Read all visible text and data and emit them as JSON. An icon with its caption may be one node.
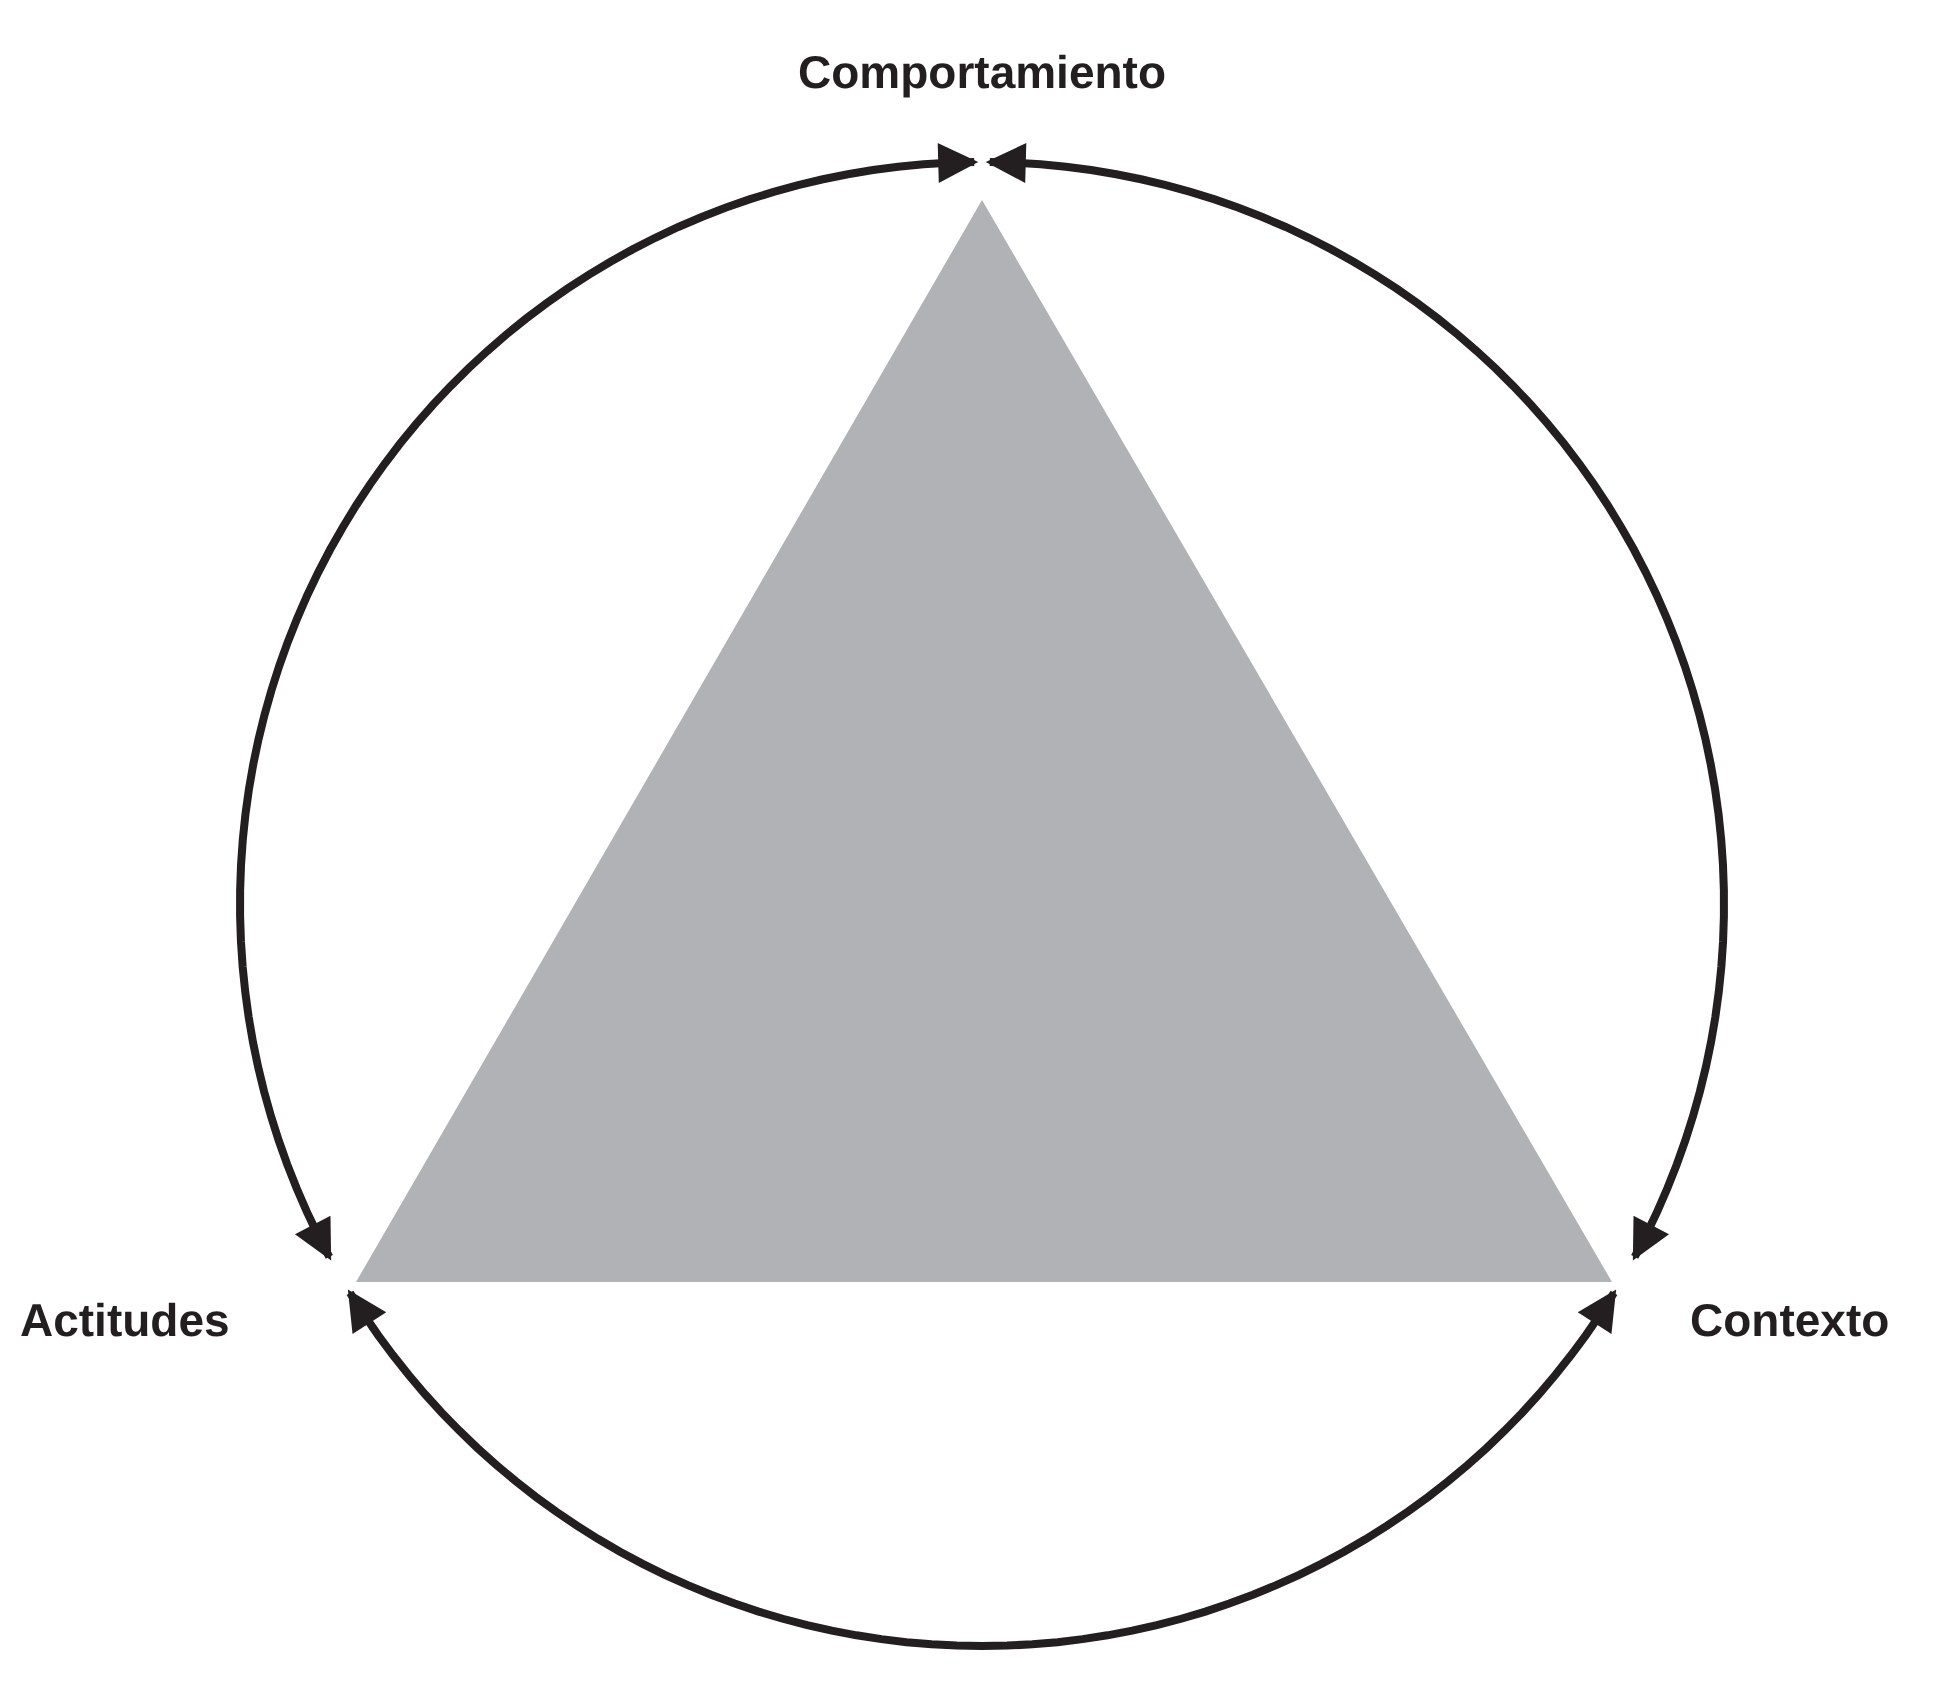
{
  "diagram": {
    "nodes": [
      {
        "text": [
          "Comportamiento"
        ]
      },
      {
        "text": [
          "Actitudes"
        ]
      },
      {
        "text": [
          "Contexto"
        ]
      }
    ],
    "edges": [
      {
        "from": 1,
        "to": 0,
        "arrow": "both"
      },
      {
        "from": 0,
        "to": 2,
        "arrow": "both"
      },
      {
        "from": 1,
        "to": 2,
        "arrow": "both"
      }
    ]
  }
}
